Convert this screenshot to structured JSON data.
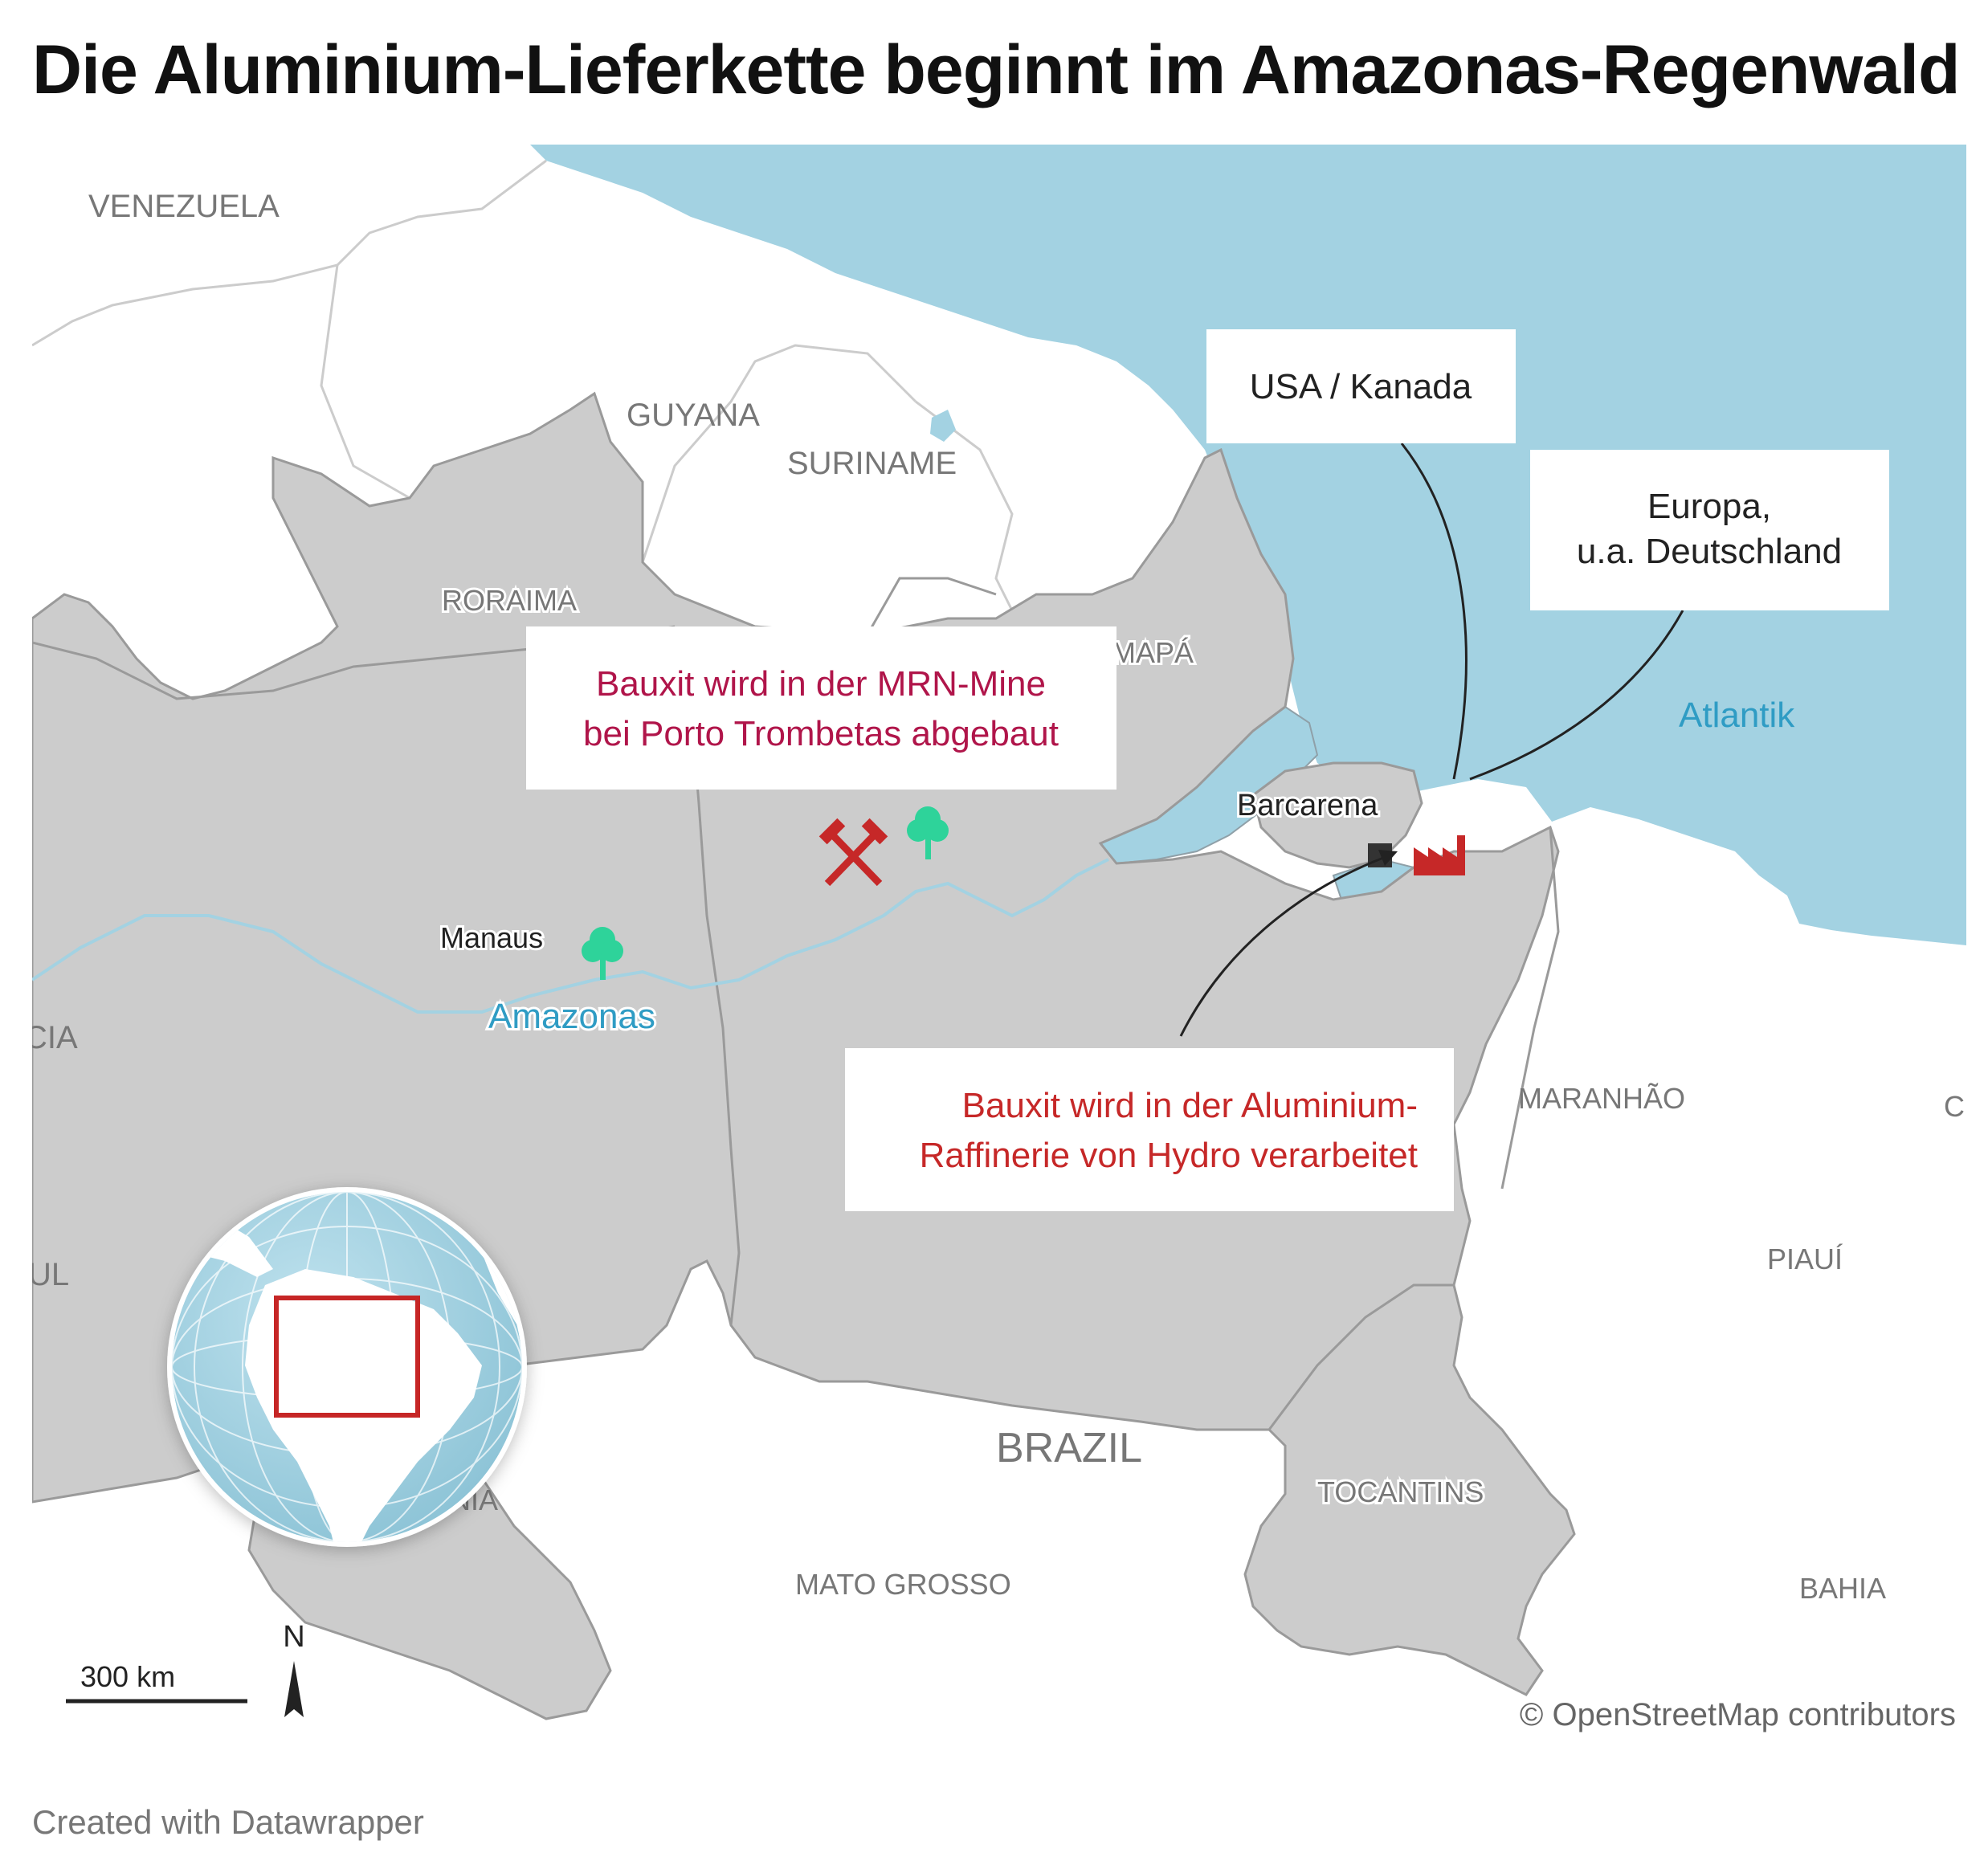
{
  "title": "Die Aluminium-Lieferkette beginnt im Amazonas-Regenwald",
  "footer": "Created with Datawrapper",
  "attribution": "© OpenStreetMap contributors",
  "colors": {
    "ocean": "#a3d2e2",
    "land": "#ffffff",
    "brazil_states": "#cccccc",
    "state_border": "#9a9a9a",
    "river": "#a3d2e2",
    "mine": "#c62828",
    "forest": "#2ed39a",
    "refinery": "#c62828",
    "callout_mine_text": "#b0154a",
    "callout_refinery_text": "#c62828"
  },
  "map": {
    "country_labels": [
      "VENEZUELA",
      "GUYANA",
      "SURINAME",
      "BRAZIL"
    ],
    "state_labels": [
      "RORAIMA",
      "AMAPÁ",
      "MARANHÃO",
      "PIAUÍ",
      "TOCANTINS",
      "MATO GROSSO",
      "BAHIA"
    ],
    "clipped_labels": [
      "CIA",
      "UL",
      "NIA",
      "CI"
    ],
    "water_labels": {
      "ocean": "Atlantik",
      "river": "Amazonas"
    },
    "cities": [
      "Manaus",
      "Barcarena"
    ],
    "callouts": {
      "mine": [
        "Bauxit wird in der MRN-Mine",
        "bei Porto Trombetas abgebaut"
      ],
      "refinery": [
        "Bauxit wird in der Aluminium-",
        "Raffinerie von Hydro verarbeitet"
      ],
      "export_usa": "USA / Kanada",
      "export_europe": [
        "Europa,",
        "u.a. Deutschland"
      ]
    },
    "scale_bar": "300 km",
    "north_arrow": "N"
  }
}
